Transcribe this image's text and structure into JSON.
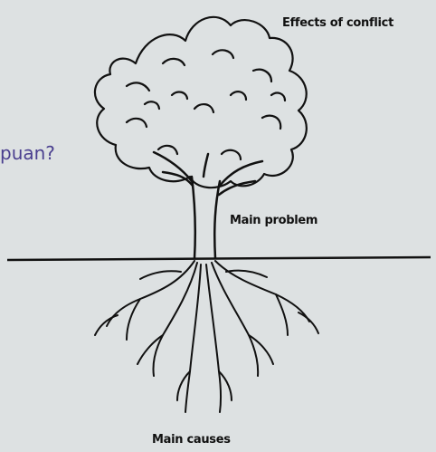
{
  "slide": {
    "partial_text": "puan?"
  },
  "diagram": {
    "effects_label": "Effects of conflict",
    "problem_label": "Main problem",
    "causes_label": "Main causes"
  }
}
